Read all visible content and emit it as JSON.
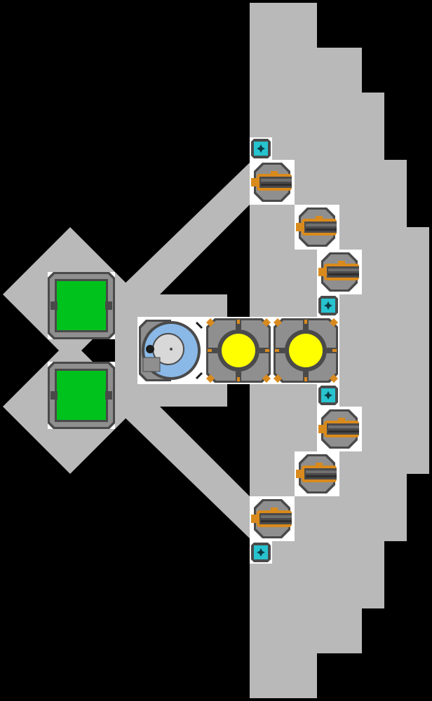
{
  "colors": {
    "background": "#000000",
    "hull": "#b9b9b9",
    "armor_block": "#ffffff",
    "engine_green": "#00c21d",
    "reactor_yellow": "#ffff00",
    "accent_orange": "#d98a1c",
    "shield_cyan": "#27c3cf",
    "cockpit_blue": "#8ab9e8",
    "metal_dark": "#4a4a4a",
    "metal_mid": "#8f8f8f"
  },
  "icons": {
    "engine": "engine-icon",
    "cockpit": "cockpit-icon",
    "reactor": "reactor-icon",
    "cannon": "cannon-icon",
    "shield": "shield-node-icon"
  },
  "ship": {
    "engines": 2,
    "cockpits": 1,
    "reactors": 2,
    "cannons": 6,
    "shield_nodes": 4
  }
}
